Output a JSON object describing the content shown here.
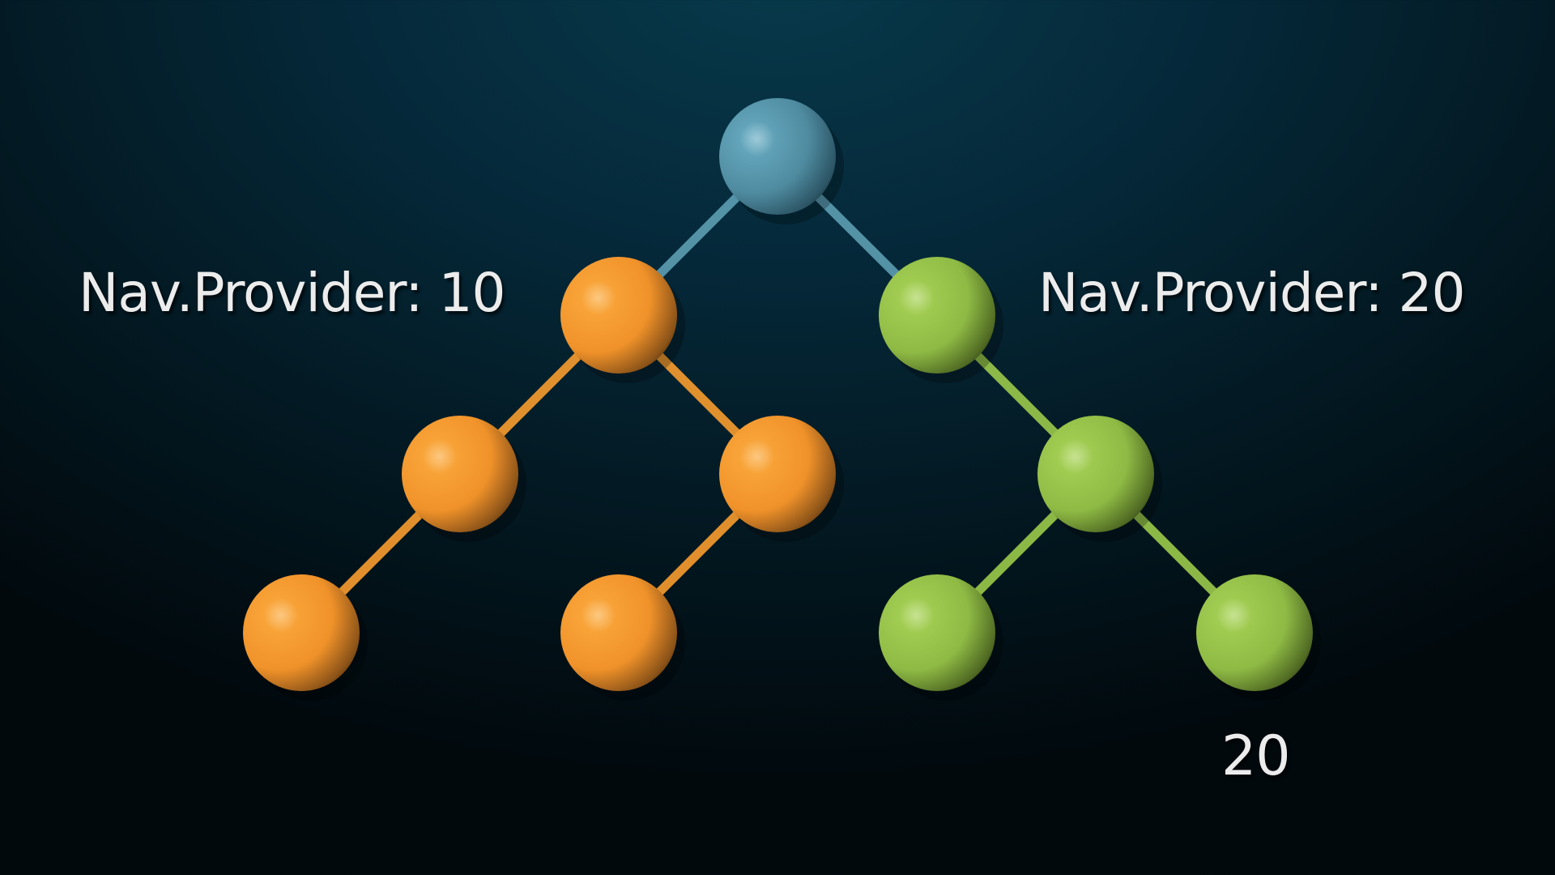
{
  "labels": {
    "left_provider": "Nav.Provider: 10",
    "right_provider": "Nav.Provider: 20",
    "leaf_value": "20"
  },
  "colors": {
    "root": "#5b9bb0",
    "left_subtree": "#f39a2e",
    "right_subtree": "#98c64a"
  },
  "tree": {
    "nodes": [
      {
        "id": "root",
        "group": "root"
      },
      {
        "id": "left",
        "group": "left_subtree"
      },
      {
        "id": "right",
        "group": "right_subtree"
      },
      {
        "id": "left-left",
        "group": "left_subtree"
      },
      {
        "id": "left-right",
        "group": "left_subtree"
      },
      {
        "id": "right-right",
        "group": "right_subtree"
      },
      {
        "id": "left-left-left",
        "group": "left_subtree"
      },
      {
        "id": "left-right-left",
        "group": "left_subtree"
      },
      {
        "id": "right-right-left",
        "group": "right_subtree"
      },
      {
        "id": "right-right-right",
        "group": "right_subtree"
      }
    ],
    "edges": [
      {
        "from": "root",
        "to": "left",
        "group": "root"
      },
      {
        "from": "root",
        "to": "right",
        "group": "root"
      },
      {
        "from": "left",
        "to": "left-left",
        "group": "left_subtree"
      },
      {
        "from": "left",
        "to": "left-right",
        "group": "left_subtree"
      },
      {
        "from": "right",
        "to": "right-right",
        "group": "right_subtree"
      },
      {
        "from": "left-left",
        "to": "left-left-left",
        "group": "left_subtree"
      },
      {
        "from": "left-right",
        "to": "left-right-left",
        "group": "left_subtree"
      },
      {
        "from": "right-right",
        "to": "right-right-left",
        "group": "right_subtree"
      },
      {
        "from": "right-right",
        "to": "right-right-right",
        "group": "right_subtree"
      }
    ]
  }
}
